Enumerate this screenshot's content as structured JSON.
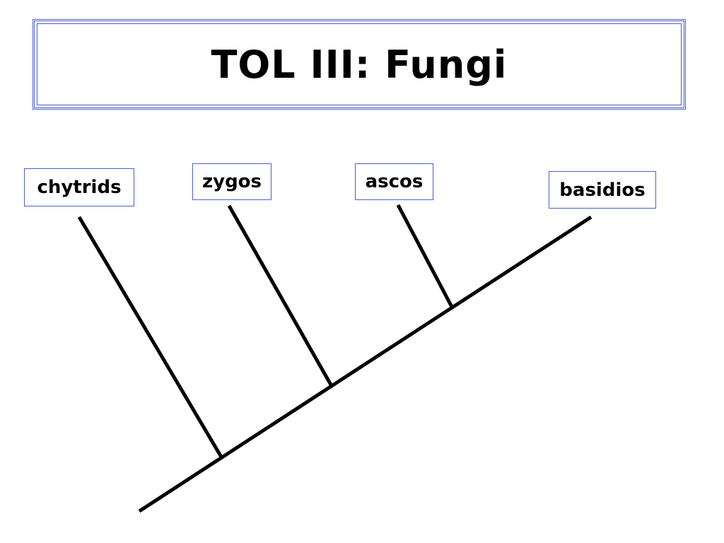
{
  "title": "TOL III: Fungi",
  "taxa": {
    "chytrids": "chytrids",
    "zygos": "zygos",
    "ascos": "ascos",
    "basidios": "basidios"
  },
  "colors": {
    "frame": "#4a5fd1",
    "branch": "#000000",
    "text": "#000000"
  }
}
